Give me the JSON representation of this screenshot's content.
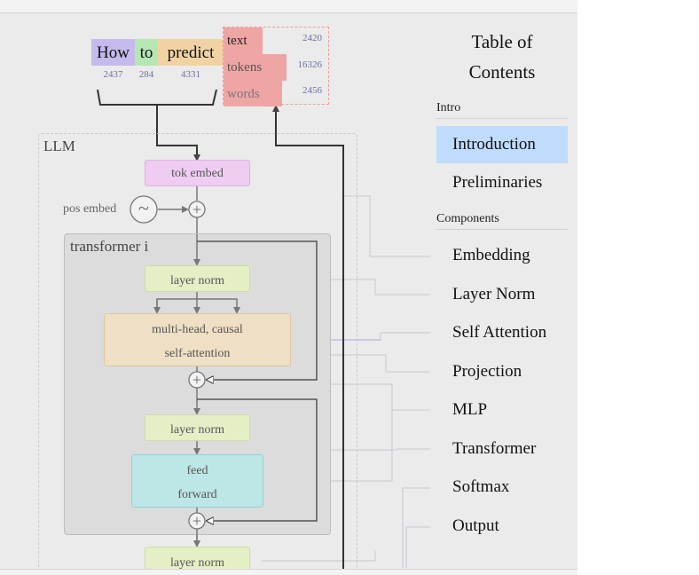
{
  "colors": {
    "token_how": "#c6b9eb",
    "token_to": "#b6e6b4",
    "token_predict": "#f1d3a3",
    "output_bar": "#f0a5a5",
    "tok_embed": "#efcdf2",
    "layer_norm": "#e5efc6",
    "attention": "#efdfc4",
    "feed_forward": "#bde6e6",
    "toc_active": "#bfdcfc"
  },
  "input": {
    "tokens": [
      {
        "text": "How",
        "id": "2437"
      },
      {
        "text": "to",
        "id": "284"
      },
      {
        "text": "predict",
        "id": "4331"
      }
    ]
  },
  "output": {
    "words": [
      {
        "text": "text",
        "value": "2420",
        "bar_fraction": 0.37
      },
      {
        "text": "tokens",
        "value": "16326",
        "bar_fraction": 0.61
      },
      {
        "text": "words",
        "value": "2456",
        "bar_fraction": 0.56
      }
    ]
  },
  "model": {
    "llm_label": "LLM",
    "tok_embed": "tok embed",
    "pos_embed": "pos embed",
    "pos_embed_symbol": "~",
    "add_symbol": "+",
    "transformer_label": "transformer i",
    "layer_norm_1": "layer norm",
    "attention_line1": "multi-head, causal",
    "attention_line2": "self-attention",
    "layer_norm_2": "layer norm",
    "ff_line1": "feed",
    "ff_line2": "forward",
    "layer_norm_final": "layer norm"
  },
  "toc": {
    "title_line1": "Table of",
    "title_line2": "Contents",
    "sections": [
      {
        "label": "Intro",
        "items": [
          "Introduction",
          "Preliminaries"
        ]
      },
      {
        "label": "Components",
        "items": [
          "Embedding",
          "Layer Norm",
          "Self Attention",
          "Projection",
          "MLP",
          "Transformer",
          "Softmax",
          "Output"
        ]
      }
    ],
    "active": "Introduction"
  }
}
